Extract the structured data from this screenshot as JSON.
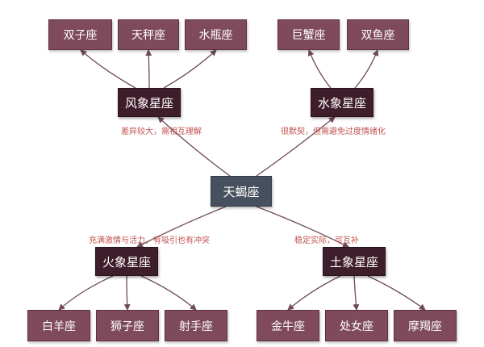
{
  "colors": {
    "leaf": "#7e4a5c",
    "group": "#3f1e2c",
    "root": "#47505f",
    "line": "#6e4b57",
    "note": "#c0524f"
  },
  "root": {
    "label": "天蝎座"
  },
  "groups": [
    {
      "id": "air",
      "label": "风象星座",
      "note": "差异较大，需相互理解",
      "children": [
        "双子座",
        "天秤座",
        "水瓶座"
      ]
    },
    {
      "id": "water",
      "label": "水象星座",
      "note": "很默契，但需避免过度情绪化",
      "children": [
        "巨蟹座",
        "双鱼座"
      ]
    },
    {
      "id": "fire",
      "label": "火象星座",
      "note": "充满激情与活力，有吸引也有冲突",
      "children": [
        "白羊座",
        "狮子座",
        "射手座"
      ]
    },
    {
      "id": "earth",
      "label": "土象星座",
      "note": "稳定实际，可互补",
      "children": [
        "金牛座",
        "处女座",
        "摩羯座"
      ]
    }
  ]
}
